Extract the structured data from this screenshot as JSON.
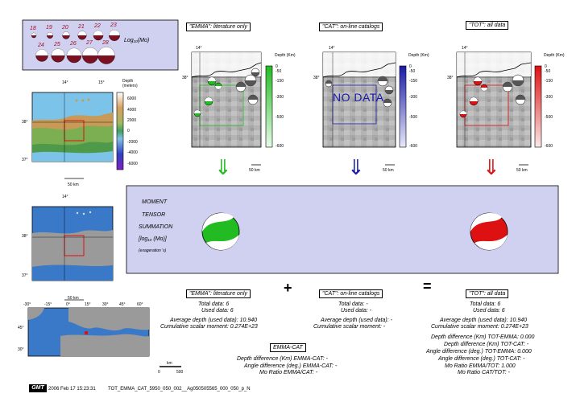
{
  "legend": {
    "magnitudes": [
      "18",
      "19",
      "20",
      "21",
      "22",
      "23",
      "24",
      "25",
      "26",
      "27",
      "28"
    ],
    "scale_label": "Log₁₀(Mo)"
  },
  "panels": {
    "emma": {
      "title": "\"EMMA\": literature only",
      "lon": "14°",
      "lat": "38°",
      "depth_label": "Depth (Km)",
      "ticks": [
        "0",
        "-50",
        "-150",
        "-300",
        "-500",
        "-600"
      ],
      "scale": "50 km",
      "color": "#22bb22"
    },
    "cat": {
      "title": "\"CAT\": on-line catalogs",
      "lon": "14°",
      "lat": "38°",
      "depth_label": "Depth (Km)",
      "ticks": [
        "0",
        "-50",
        "-150",
        "-300",
        "-500",
        "-600"
      ],
      "scale": "50 km",
      "color": "#1a1aa8",
      "nodata": "NO DATA"
    },
    "tot": {
      "title": "\"TOT\": all data",
      "lon": "14°",
      "lat": "38°",
      "depth_label": "Depth (Km)",
      "ticks": [
        "0",
        "-50",
        "-150",
        "-300",
        "-500",
        "-600"
      ],
      "scale": "50 km",
      "color": "#dd1111"
    }
  },
  "topo": {
    "lon1": "14°",
    "lon2": "15°",
    "lat1": "38°",
    "lat2": "37°",
    "depth_label": "Depth (meters)",
    "ticks": [
      "6000",
      "4000",
      "2000",
      "0",
      "-2000",
      "-4000",
      "-6000"
    ],
    "scale": "50 km"
  },
  "map2": {
    "lon": "14°",
    "lat1": "38°",
    "lat2": "37°",
    "scale": "50 km"
  },
  "world": {
    "lon_ticks": [
      "-30°",
      "-15°",
      "0°",
      "15°",
      "30°",
      "45°",
      "60°"
    ],
    "lat_ticks": [
      "45°",
      "30°"
    ],
    "scale_unit": "km",
    "scale_ticks": [
      "0",
      "500"
    ]
  },
  "summation": {
    "lines": [
      "MOMENT",
      "TENSOR",
      "SUMMATION",
      "[log₁₀ (Mo)]",
      "(exageration 's)"
    ]
  },
  "stats": {
    "emma": {
      "title": "\"EMMA\": literature only",
      "total": "Total data:   6",
      "used": "Used data:   6",
      "avg": "Average depth (used data):   10.940",
      "moment": "Cumulative scalar moment: 0.274E+23"
    },
    "cat": {
      "title": "\"CAT\": on-line catalogs",
      "total": "Total data: -",
      "used": "Used data: -",
      "avg": "Average depth (used data): -",
      "moment": "Cumulative scalar moment: -"
    },
    "tot": {
      "title": "\"TOT\": all data",
      "total": "Total data:   6",
      "used": "Used data:   6",
      "avg": "Average depth (used data):   10.940",
      "moment": "Cumulative scalar moment: 0.274E+23",
      "diff1": "Depth difference (Km) TOT-EMMA:    0.000",
      "diff2": "Depth difference (Km) TOT-CAT: -",
      "diff3": "Angle difference (deg.) TOT-EMMA:    0.000",
      "diff4": "Angle difference (deg.) TOT-CAT: -",
      "ratio1": "Mo Ratio EMMA/TOT:    1.000",
      "ratio2": "Mo Ratio CAT/TOT: -"
    },
    "emmacat": {
      "title": "EMMA-CAT",
      "depth": "Depth difference (Km) EMMA-CAT: -",
      "angle": "Angle difference (deg.) EMMA-CAT: -",
      "ratio": "Mo Ratio EMMA/CAT: -"
    }
  },
  "operators": {
    "plus": "+",
    "equals": "="
  },
  "footer": {
    "logo": "GMT",
    "date": "2006 Feb 17 15:23:31",
    "file": "TOT_EMMA_CAT_5950_050_002__Ag050505565_000_050_p_N"
  }
}
